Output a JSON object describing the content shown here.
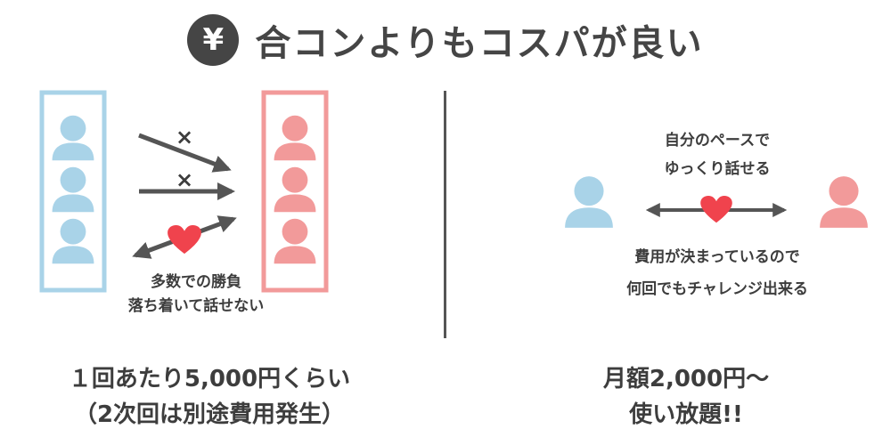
{
  "title": {
    "icon": "yen-icon",
    "icon_glyph": "¥",
    "text": "合コンよりもコスパが良い"
  },
  "left": {
    "caption_line1": "多数での勝負",
    "caption_line2": "落ち着いて話せない",
    "cross_mark": "×",
    "price_line1": "１回あたり5,000円くらい",
    "price_line2": "（2次回は別途費用発生）"
  },
  "right": {
    "top_line1": "自分のペースで",
    "top_line2": "ゆっくり話せる",
    "bottom_line1": "費用が決まっているので",
    "bottom_line2": "何回でもチャレンジ出来る",
    "price_line1": "月額2,000円〜",
    "price_line2": "使い放題!!"
  },
  "colors": {
    "blue_person": "#a9d3e8",
    "blue_border": "#a9d3e8",
    "pink_person": "#f29a9a",
    "pink_border": "#f29a9a",
    "heart": "#f0434d",
    "arrow": "#555555",
    "text": "#3d3d3d"
  }
}
